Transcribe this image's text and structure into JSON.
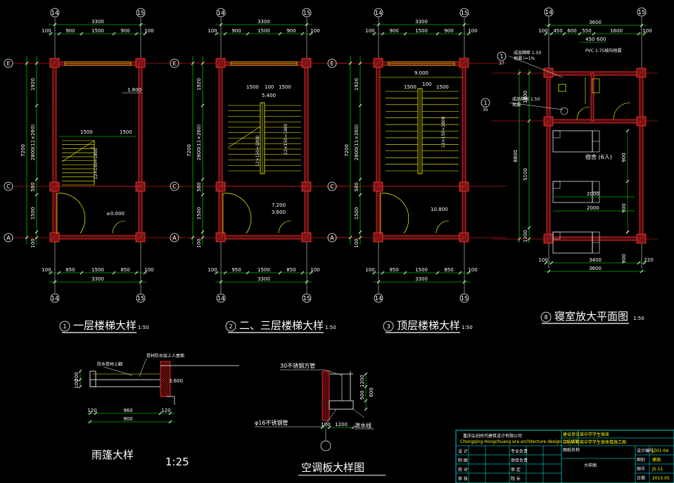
{
  "plans": [
    {
      "key": "p1",
      "title": "一层楼梯大样",
      "num": "1",
      "scale": "1:50",
      "top_axes": [
        "14",
        "15"
      ],
      "bottom_axes": [
        "14",
        "15"
      ],
      "row_axes": [
        "E",
        "C",
        "A"
      ],
      "top_dims": [
        "100",
        "900",
        "1500",
        "900",
        "100"
      ],
      "top_total": "3300",
      "bot_dims": [
        "100",
        "850",
        "1500",
        "850",
        "100"
      ],
      "bot_total": "3300",
      "left_dims": [
        "1920",
        "2800(11×260)",
        "580",
        "1500",
        "100"
      ],
      "left_total": "7200",
      "inner_labels": [
        "1.800",
        "1500",
        "1500",
        "±0.000",
        "12×150=1800"
      ]
    },
    {
      "key": "p2",
      "title": "二、三层楼梯大样",
      "num": "2",
      "scale": "1:50",
      "top_axes": [
        "14",
        "15"
      ],
      "bottom_axes": [
        "14",
        "15"
      ],
      "row_axes": [
        "E",
        "C",
        "A"
      ],
      "top_dims": [
        "100",
        "900",
        "1500",
        "900",
        "100"
      ],
      "top_total": "3300",
      "bot_dims": [
        "100",
        "950",
        "1500",
        "850",
        "100"
      ],
      "bot_total": "3300",
      "left_dims": [
        "1920",
        "2800(11×260)",
        "580",
        "1500",
        "100"
      ],
      "left_total": "7200",
      "inner_labels": [
        "1500",
        "100",
        "1500",
        "5.400",
        "7.200",
        "3.600",
        "12×150=1800",
        "12×150=1800"
      ]
    },
    {
      "key": "p3",
      "title": "顶层楼梯大样",
      "num": "3",
      "scale": "1:50",
      "top_axes": [
        "14",
        "15"
      ],
      "bottom_axes": [
        "14",
        "15"
      ],
      "row_axes": [
        "E",
        "C",
        "A"
      ],
      "top_dims": [
        "100",
        "900",
        "1500",
        "900",
        "100"
      ],
      "top_total": "3300",
      "bot_dims": [
        "100",
        "950",
        "1500",
        "850",
        "100"
      ],
      "bot_total": "3300",
      "left_dims": [
        "1920",
        "2800(11×260)",
        "580",
        "1500",
        "100"
      ],
      "left_total": "7200",
      "inner_labels": [
        "9.000",
        "1500",
        "100",
        "1500",
        "10.800",
        "12×150=1800"
      ]
    }
  ],
  "dorm": {
    "title": "寝室放大平面图",
    "num": "8",
    "scale": "1:50",
    "top_axes": [
      "14",
      "15"
    ],
    "top_total": "3600",
    "top_dims": [
      "100",
      "450",
      "600",
      "550",
      "1600",
      "100"
    ],
    "sub_dims": [
      "450",
      "600"
    ],
    "bot_dims": [
      "100",
      "3400",
      "220"
    ],
    "bot_total": "3600",
    "left_total": "8800",
    "left_dims": [
      "1800",
      "5100",
      "1300"
    ],
    "right_dims": [
      "900",
      "900",
      "900"
    ],
    "room_label": "宿舍 (6人)",
    "inner_dims": [
      "2000",
      "2000"
    ],
    "note_pvc": "PVC 1:75坡向地漏",
    "note_a": "成品隔断 1.50",
    "note_b": "地漏 i=1%",
    "note_c": "成品隔断 1.50",
    "note_d": "地漏",
    "bubble_a_num": "1",
    "bubble_a_ref": "37",
    "bubble_b_num": "1",
    "bubble_b_ref": "35"
  },
  "canopy": {
    "title": "雨篷大样",
    "scale": "1:25",
    "note_a": "防水卷材上翻",
    "note_b": "卷材防水层上人屋面",
    "elev": "3.600",
    "dims": [
      "120",
      "960",
      "120"
    ],
    "total": "900",
    "left_dims": [
      "200",
      "100"
    ]
  },
  "ac": {
    "title": "空调板大样图",
    "note_top": "30不锈钢方管",
    "note_bottom": "φ16不锈钢管",
    "note_right": "滴水线",
    "dims_v": [
      "1200",
      "500",
      "600"
    ],
    "dims_h": [
      "100",
      "1200"
    ]
  },
  "titleblock": {
    "company_cn": "重庆弘创时代建筑设计有限公司",
    "company_en": "Chongqing Hongchuang era architecture design Co.,LTD",
    "proj_label_a": "建设单位",
    "proj_val_a": "某中学学生宿舍",
    "proj_label_b": "工程名称",
    "proj_val_b": "某中学学生宿舍楼施工图",
    "drawing_label": "图纸名称",
    "drawing_name": "大样图",
    "code_label": "设计编号",
    "code_val": "JZ01-04",
    "cat_label": "图别",
    "cat_val": "建施",
    "num_label": "图号",
    "num_val": "JS-11",
    "date_label": "日期",
    "date_val": "2015.05",
    "roles": [
      "设 计",
      "制 图",
      "校 对",
      "审 核"
    ],
    "roles2": [
      "专业负责",
      "项目负责",
      "审 定",
      "院 长"
    ]
  }
}
